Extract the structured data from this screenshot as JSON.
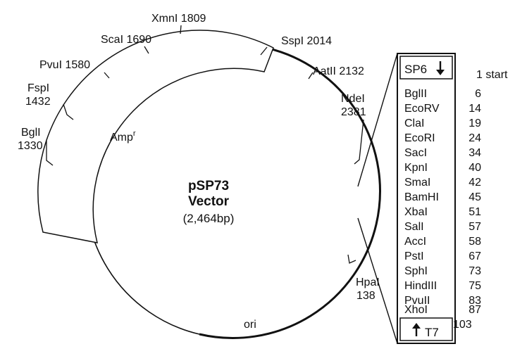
{
  "vector": {
    "name": "pSP73",
    "type_label": "Vector",
    "size": "(2,464bp)"
  },
  "features": {
    "amp_label": "Amp",
    "amp_superscript": "r",
    "ori_label": "ori"
  },
  "sites": [
    {
      "name": "XmnI",
      "pos": "1809"
    },
    {
      "name": "ScaI",
      "pos": "1690"
    },
    {
      "name": "PvuI",
      "pos": "1580"
    },
    {
      "name": "FspI",
      "pos": "1432"
    },
    {
      "name": "BglI",
      "pos": "1330"
    },
    {
      "name": "SspI",
      "pos": "2014"
    },
    {
      "name": "AatII",
      "pos": "2132"
    },
    {
      "name": "NdeI",
      "pos": "2381"
    },
    {
      "name": "HpaI",
      "pos": "138"
    }
  ],
  "mcs": {
    "promoter_top": "SP6",
    "promoter_bottom": "T7",
    "start_label": "1 start",
    "end_number": "103",
    "sites": [
      {
        "name": "BglII",
        "pos": "6"
      },
      {
        "name": "EcoRV",
        "pos": "14"
      },
      {
        "name": "ClaI",
        "pos": "19"
      },
      {
        "name": "EcoRI",
        "pos": "24"
      },
      {
        "name": "SacI",
        "pos": "34"
      },
      {
        "name": "KpnI",
        "pos": "40"
      },
      {
        "name": "SmaI",
        "pos": "42"
      },
      {
        "name": "BamHI",
        "pos": "45"
      },
      {
        "name": "XbaI",
        "pos": "51"
      },
      {
        "name": "SalI",
        "pos": "57"
      },
      {
        "name": "AccI",
        "pos": "58"
      },
      {
        "name": "PstI",
        "pos": "67"
      },
      {
        "name": "SphI",
        "pos": "73"
      },
      {
        "name": "HindIII",
        "pos": "75"
      },
      {
        "name": "PvuII",
        "pos": "83"
      },
      {
        "name": "XhoI",
        "pos": "87"
      }
    ]
  }
}
